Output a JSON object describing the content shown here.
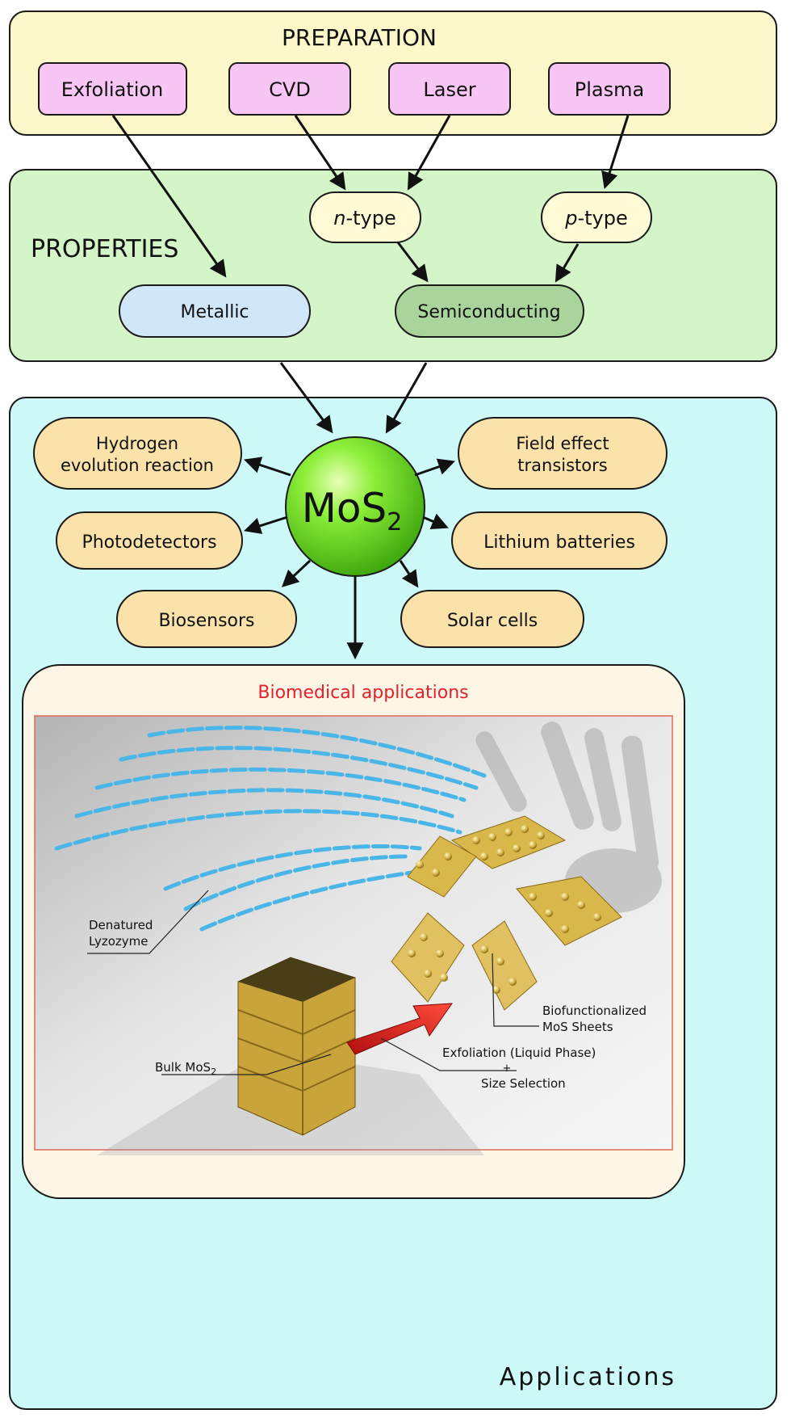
{
  "preparation": {
    "title": "PREPARATION",
    "methods": [
      "Exfoliation",
      "CVD",
      "Laser",
      "Plasma"
    ]
  },
  "properties": {
    "title": "PROPERTIES",
    "n_type": {
      "prefix": "n",
      "suffix": "-type"
    },
    "p_type": {
      "prefix": "p",
      "suffix": "-type"
    },
    "metallic": "Metallic",
    "semiconducting": "Semiconducting"
  },
  "center": {
    "main": "MoS",
    "subscript": "2"
  },
  "applications": {
    "title": "Applications",
    "hydrogen": [
      "Hydrogen",
      "evolution reaction"
    ],
    "fet": [
      "Field effect",
      "transistors"
    ],
    "photodetectors": "Photodetectors",
    "lithium": "Lithium batteries",
    "biosensors": "Biosensors",
    "solar": "Solar cells"
  },
  "biomedical": {
    "title": "Biomedical applications",
    "denatured": [
      "Denatured",
      "Lyzozyme"
    ],
    "biofunctionalized": [
      "Biofunctionalized",
      "MoS Sheets"
    ],
    "bulk_main": "Bulk MoS",
    "bulk_sub": "2",
    "exfoliation": "Exfoliation (Liquid Phase)",
    "plus": "+",
    "size_selection": "Size Selection"
  },
  "colors": {
    "preparation_bg": "#fcf8c9",
    "method_box": "#f8c6f4",
    "properties_bg": "#d3f5c8",
    "type_box": "#fefbd6",
    "metallic_box": "#cfe7f8",
    "semiconducting_box": "#a9d59c",
    "applications_bg": "#cdf9f9",
    "app_box": "#fbe2aa",
    "biomedical_bg": "#fdf5e6",
    "biomedical_title": "#e8202a",
    "center_green": "#6fe21e"
  }
}
